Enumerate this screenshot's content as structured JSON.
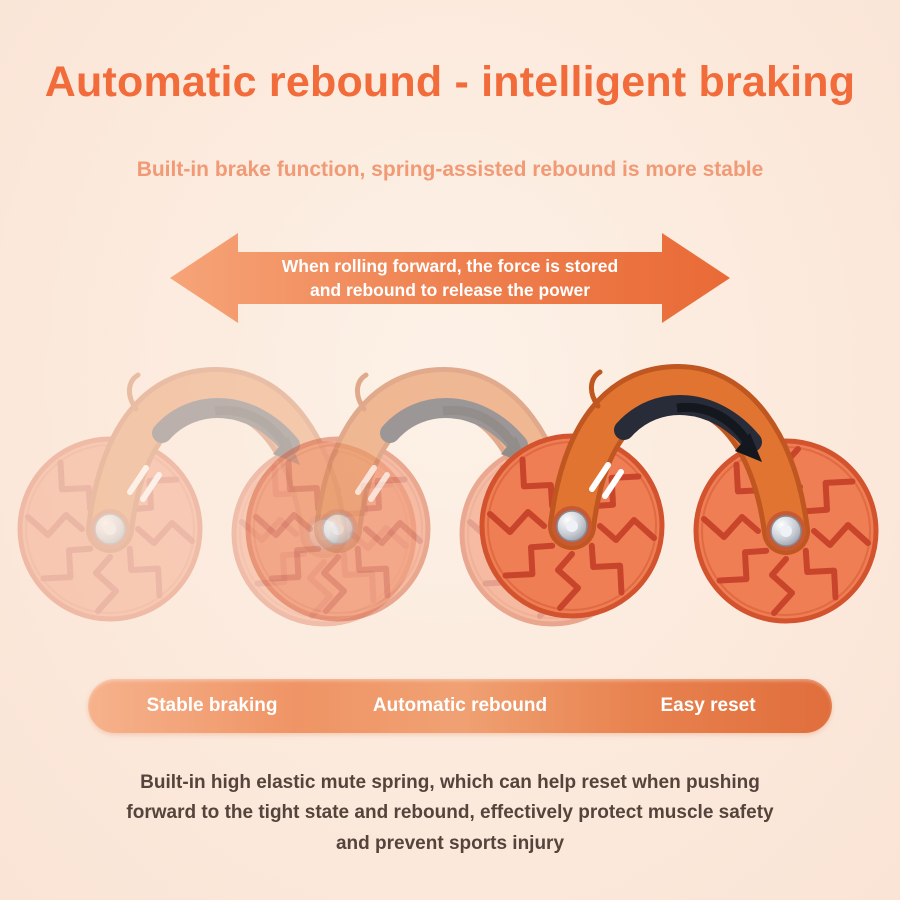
{
  "page": {
    "title": "Automatic rebound - intelligent braking",
    "subtitle": "Built-in brake function, spring-assisted rebound is more stable",
    "arrow_banner": {
      "line1": "When rolling forward, the force is stored",
      "line2": "and rebound to release the power"
    },
    "features": [
      {
        "label": "Stable braking"
      },
      {
        "label": "Automatic rebound"
      },
      {
        "label": "Easy reset"
      }
    ],
    "footer": {
      "lines": [
        "Built-in high elastic mute spring, which can help reset when pushing",
        "forward to the tight state and rebound, effectively protect muscle safety",
        "and prevent sports injury"
      ]
    },
    "product": {
      "description": "ab roller wheel shown rolling forward in three motion phases (two ghosted, one solid)"
    },
    "colors": {
      "background": "#fbe8da",
      "title": "#f26b3a",
      "subtitle": "#f09a76",
      "banner_text": "#ffffff",
      "arrow_gradient_start": "#f6a478",
      "arrow_gradient_end": "#e96a36",
      "pill_gradient_start": "#f6b28c",
      "pill_gradient_end": "#e06e3c",
      "wheel": "#ef7e55",
      "footer_text": "#55443c"
    }
  }
}
